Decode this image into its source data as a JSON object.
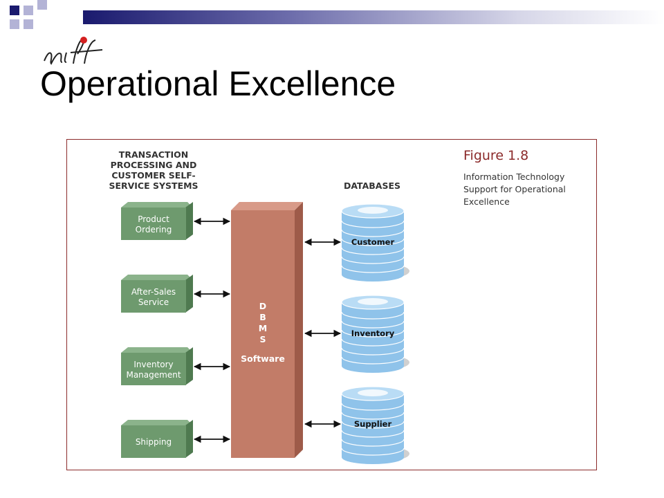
{
  "slide": {
    "title": "Operational Excellence",
    "logo_text": "nift"
  },
  "diagram": {
    "left_heading": [
      "TRANSACTION",
      "PROCESSING AND",
      "CUSTOMER SELF-",
      "SERVICE SYSTEMS"
    ],
    "right_heading": "DATABASES",
    "systems": [
      {
        "lines": [
          "Product",
          "Ordering"
        ]
      },
      {
        "lines": [
          "After-Sales",
          "Service"
        ]
      },
      {
        "lines": [
          "Inventory",
          "Management"
        ]
      },
      {
        "lines": [
          "Shipping"
        ]
      }
    ],
    "dbms_letters": [
      "D",
      "B",
      "M",
      "S"
    ],
    "dbms_software": "Software",
    "databases": [
      "Customer",
      "Inventory",
      "Supplier"
    ],
    "figure": {
      "number": "Figure 1.8",
      "caption": [
        "Information Technology",
        "Support for Operational",
        "Excellence"
      ]
    }
  },
  "colors": {
    "system_box": "#6e9a6e",
    "system_box_side": "#4f7a50",
    "dbms_front": "#c27c68",
    "dbms_side": "#9e5b49",
    "db_fill": "#8fc3ea",
    "db_ring": "#ffffff",
    "frame": "#8b2a2a",
    "accent_navy": "#1a1a6e",
    "accent_lavender": "#b3b3d6"
  }
}
